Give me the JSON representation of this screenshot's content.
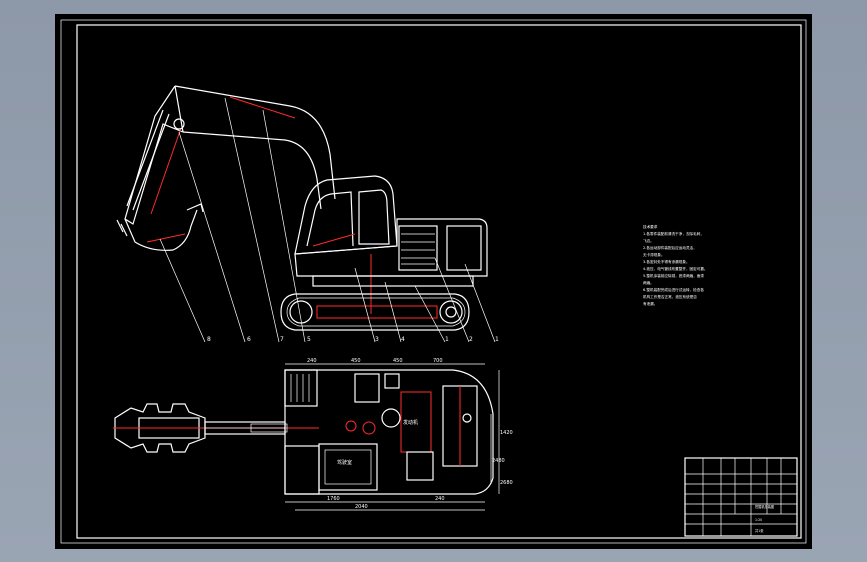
{
  "drawing": {
    "background": "#000000",
    "line_color": "#ffffff",
    "accent_color": "#ff2b2b"
  },
  "part_labels": [
    "8",
    "6",
    "7",
    "5",
    "3",
    "4",
    "1",
    "2",
    "1"
  ],
  "top_dimensions": [
    "240",
    "450",
    "450",
    "700"
  ],
  "bottom_dimensions": [
    "1760",
    "2040",
    "240"
  ],
  "right_dimensions": [
    "1420",
    "2480",
    "2680"
  ],
  "technical_notes": [
    "技术要求",
    "1.各零件装配前清洗干净，去除毛刺，",
    "  飞边。",
    "2.各运动部件装配后应运动灵活，",
    "  无卡滞现象。",
    "3.各密封处不得有渗漏现象。",
    "4.液压、电气管线布置整齐，固定可靠。",
    "5.整机涂装前应除锈，底漆两遍，面漆",
    "  两遍。",
    "6.整机装配完成后进行试运转，检查各",
    "  机构工作是否正常，液压系统是否",
    "  有泄漏。"
  ],
  "cab_label": "驾驶室",
  "engine_label": "发动机",
  "title_block": {
    "drawing_name": "挖掘机总装图",
    "scale": "1:20",
    "sheet": "共1张"
  }
}
